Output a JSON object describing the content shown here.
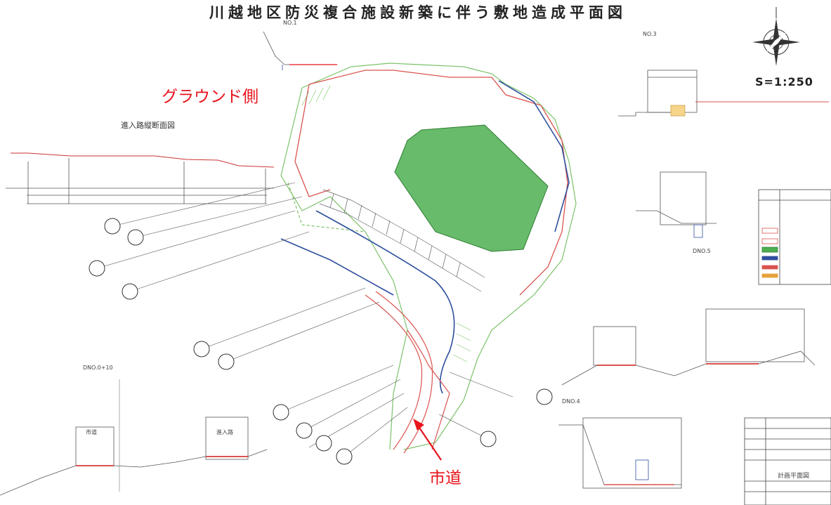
{
  "title": "川越地区防災複合施設新築に伴う敷地造成平面図",
  "annotations": {
    "ground_side": "グラウンド側",
    "city_road": "市道"
  },
  "scale": "S=1:250",
  "labels": {
    "profile_title": "進入路縦断面図",
    "section_no1": "NO.1",
    "section_no3": "NO.3",
    "section_dno5": "DNO.5",
    "section_dno4": "DNO.4",
    "section_dno010": "DNO.0+10",
    "city_road_small": "市道",
    "access_road_small": "進入路",
    "drawing_name": "計画平面図"
  },
  "colors": {
    "red": "#e8141c",
    "building_green": "#4caf50",
    "outline_green": "#7cc26a",
    "blue": "#2e4f9e",
    "road_red": "#d9534f"
  },
  "icons": {
    "compass": "north-arrow-compass-icon"
  }
}
